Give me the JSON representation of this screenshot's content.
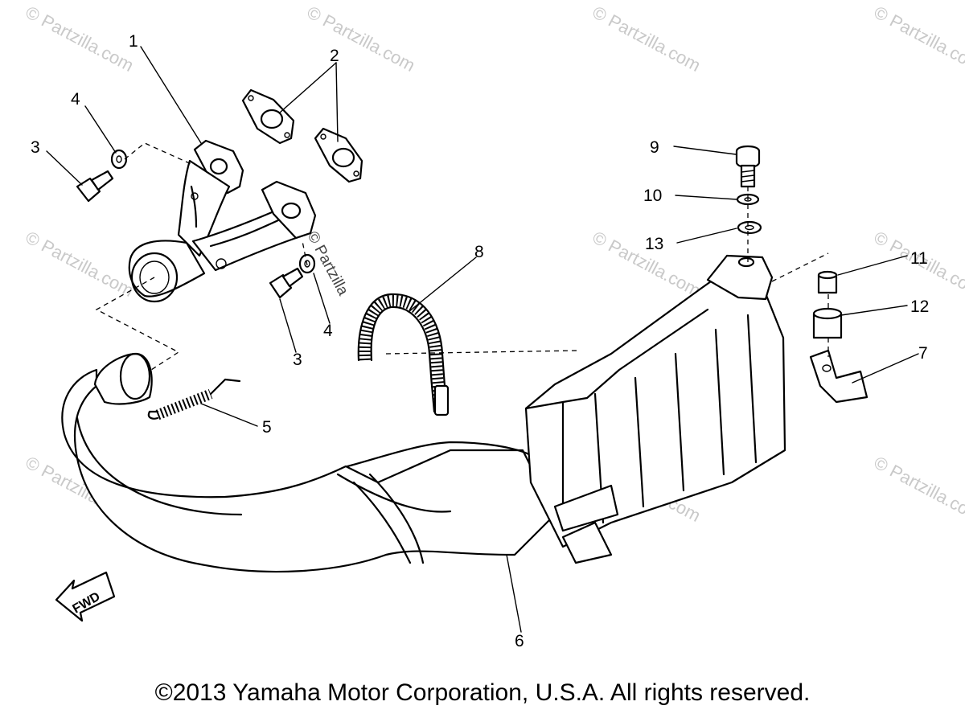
{
  "callouts": [
    "1",
    "2",
    "3",
    "4",
    "5",
    "6",
    "7",
    "8",
    "9",
    "10",
    "11",
    "12",
    "13"
  ],
  "callout_repeats": {
    "second_3": "3",
    "second_4": "4"
  },
  "fwd_label": "FWD",
  "watermark": "© Partzilla.com",
  "center_watermark": "© Partzilla",
  "copyright": "©2013 Yamaha Motor Corporation, U.S.A. All rights reserved."
}
